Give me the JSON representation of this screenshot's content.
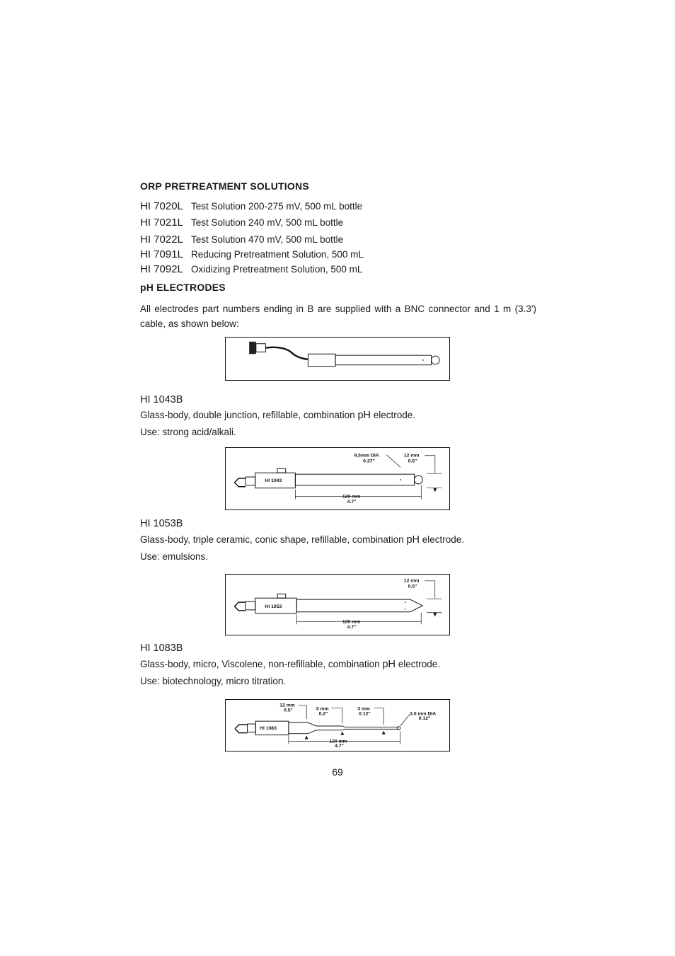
{
  "orp": {
    "heading": "ORP PRETREATMENT SOLUTIONS",
    "items": [
      {
        "code": "HI 7020L",
        "desc": "Test Solution 200-275 mV, 500 mL bottle"
      },
      {
        "code": "HI 7021L",
        "desc": "Test Solution 240 mV, 500 mL bottle"
      },
      {
        "code": "HI 7022L",
        "desc": "Test Solution 470 mV, 500 mL bottle"
      },
      {
        "code": "HI 7091L",
        "desc": "Reducing Pretreatment Solution, 500 mL"
      },
      {
        "code": "HI 7092L",
        "desc": "Oxidizing Pretreatment Solution, 500 mL"
      }
    ]
  },
  "ph": {
    "heading": "pH ELECTRODES",
    "intro": "All electrodes part numbers ending in B are supplied with a BNC connector and 1 m (3.3') cable, as shown below:"
  },
  "electrodes": [
    {
      "model": "HI 1043B",
      "desc_pre": "Glass-body, double junction, refillable, combination",
      "desc_ph": "pH",
      "desc_post": "electrode.",
      "use": "Use: strong acid/alkali.",
      "fig_label": "HI 1043",
      "dims": {
        "dia_mm": "9,5mm DIA",
        "dia_in": "0.37\"",
        "tip_mm": "12 mm",
        "tip_in": "0.5\"",
        "len_mm": "120 mm",
        "len_in": "4.7\""
      }
    },
    {
      "model": "HI 1053B",
      "desc_pre": "Glass-body, triple ceramic, conic shape, refillable, combination",
      "desc_ph": "pH",
      "desc_post": "electrode.",
      "use": "Use: emulsions.",
      "fig_label": "HI 1053",
      "dims": {
        "tip_mm": "12 mm",
        "tip_in": "0.5\"",
        "len_mm": "120 mm",
        "len_in": "4.7\""
      }
    },
    {
      "model": "HI 1083B",
      "desc_pre": "Glass-body, micro, Viscolene, non-refillable, combination",
      "desc_ph": "pH",
      "desc_post": "electrode.",
      "use": "Use: biotechnology, micro titration.",
      "fig_label": "HI 1083",
      "dims": {
        "d1_mm": "12 mm",
        "d1_in": "0.5\"",
        "d2_mm": "5 mm",
        "d2_in": "0.2\"",
        "d3_mm": "3 mm",
        "d3_in": "0.12\"",
        "dia_mm": "3.0 mm DIA",
        "dia_in": "0.12\"",
        "len_mm": "120 mm",
        "len_in": "4.7\""
      }
    }
  ],
  "page_number": "69"
}
